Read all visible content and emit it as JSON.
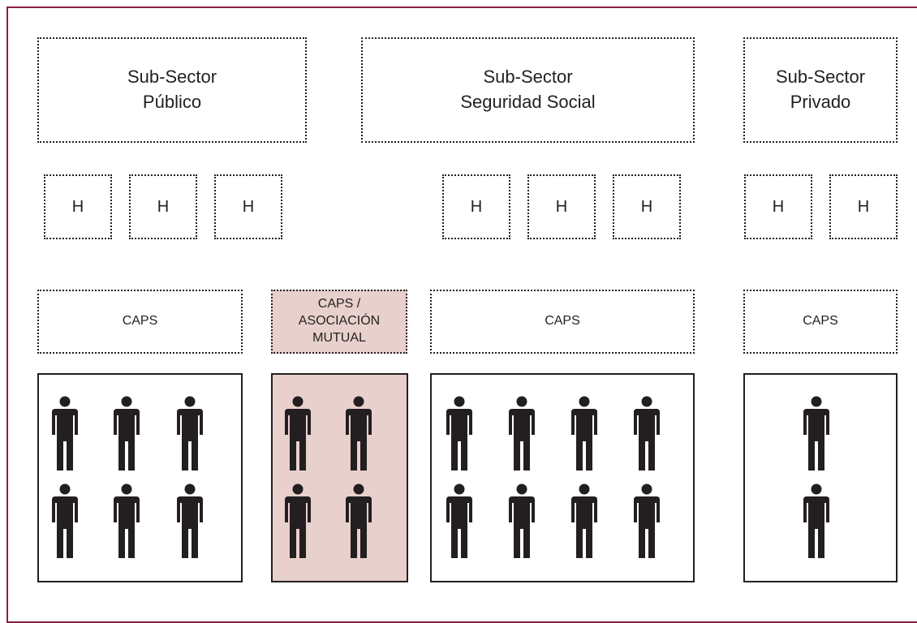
{
  "sectors": [
    {
      "line1": "Sub-Sector",
      "line2": "Público"
    },
    {
      "line1": "Sub-Sector",
      "line2": "Seguridad Social"
    },
    {
      "line1": "Sub-Sector",
      "line2": "Privado"
    }
  ],
  "hospital_label": "H",
  "caps_labels": {
    "publico": "CAPS",
    "mutual_line1": "CAPS /",
    "mutual_line2": "ASOCIACIÓN",
    "mutual_line3": "MUTUAL",
    "seguridad": "CAPS",
    "privado": "CAPS"
  },
  "population_groups": [
    {
      "group": "publico",
      "people": 6
    },
    {
      "group": "mutual",
      "people": 4
    },
    {
      "group": "seguridad-social",
      "people": 8
    },
    {
      "group": "privado",
      "people": 2
    }
  ],
  "colors": {
    "frame": "#8b1e3f",
    "mutual_fill": "#e8d0cc",
    "ink": "#231f20"
  },
  "icon_names": [
    "person-icon"
  ]
}
